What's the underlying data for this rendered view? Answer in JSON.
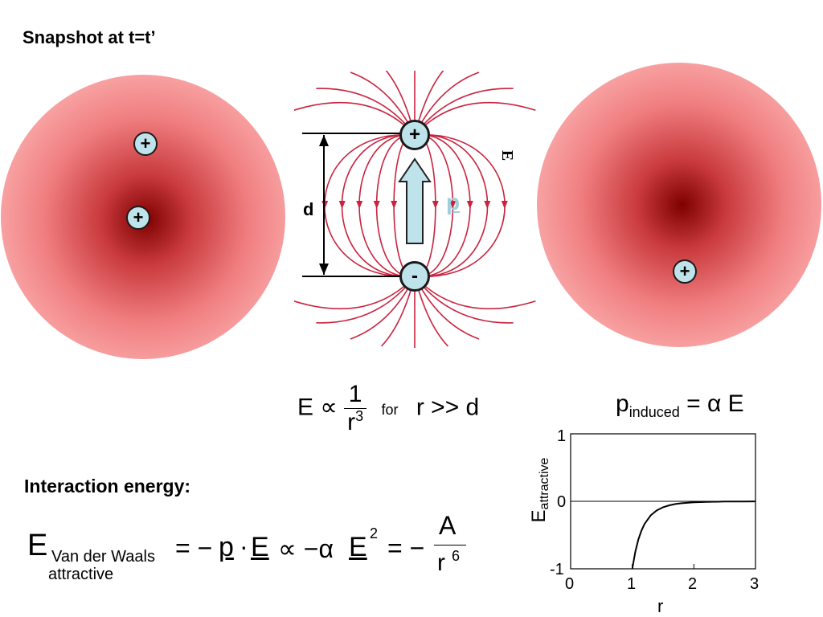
{
  "title": "Snapshot at t=t’",
  "interaction_heading": "Interaction energy:",
  "charges": {
    "plus": "+",
    "minus": "-"
  },
  "dipole": {
    "distance_label": "d",
    "dipole_label": "p",
    "field_label": "E"
  },
  "field_relation": {
    "lhs": "E",
    "prop": "∝",
    "num": "1",
    "den_base": "r",
    "den_exp": "3",
    "for_word": "for",
    "condition": "r >> d"
  },
  "induced": {
    "p": "p",
    "sub": "induced",
    "rhs": "= α E"
  },
  "vdw_equation": {
    "E": "E",
    "sub_top": "Van der Waals",
    "sub_bottom": "attractive",
    "mid1": "= −",
    "p": "p",
    "dot": "·",
    "E_vec": "E",
    "prop": "∝ −α",
    "E_sq": "E",
    "exp2": "2",
    "mid2": "= −",
    "num": "A",
    "den_base": "r",
    "den_exp": "6"
  },
  "chart_data": {
    "type": "line",
    "xlabel": "r",
    "ylabel_main": "E",
    "ylabel_sub": "attractive",
    "xlim": [
      0,
      3
    ],
    "ylim": [
      -1,
      1
    ],
    "x_ticks": [
      "0",
      "1",
      "2",
      "3"
    ],
    "y_ticks": [
      "-1",
      "0",
      "1"
    ],
    "series": [
      {
        "x": [
          1.0,
          1.05,
          1.1,
          1.15,
          1.2,
          1.3,
          1.4,
          1.5,
          1.6,
          1.7,
          1.8,
          2.0,
          2.2,
          2.5,
          2.8,
          3.0
        ],
        "y": [
          -1.0,
          -0.746,
          -0.564,
          -0.432,
          -0.335,
          -0.207,
          -0.133,
          -0.088,
          -0.06,
          -0.041,
          -0.029,
          -0.016,
          -0.009,
          -0.004,
          -0.002,
          -0.001
        ]
      }
    ],
    "grid": false
  }
}
